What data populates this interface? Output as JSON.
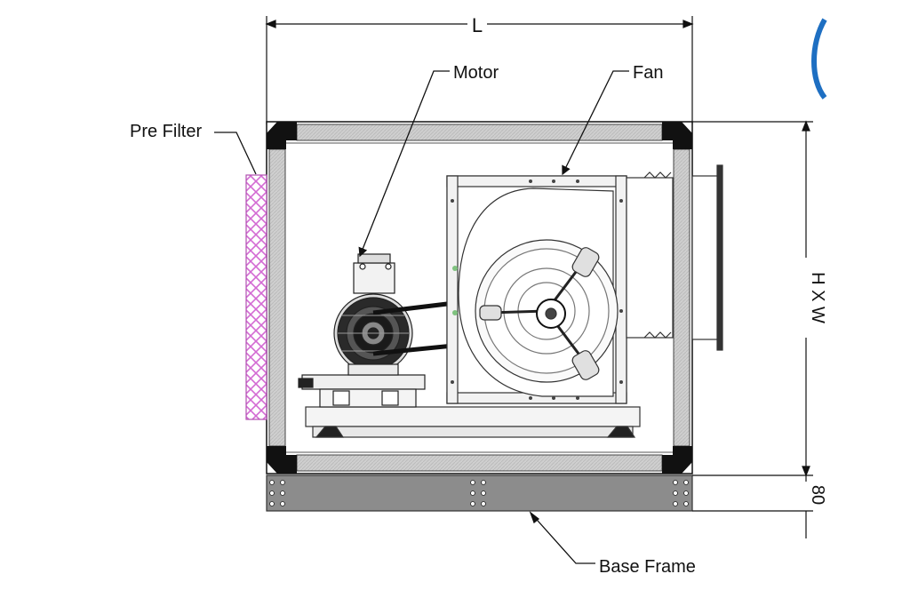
{
  "labels": {
    "length": "L",
    "motor": "Motor",
    "fan": "Fan",
    "pre_filter": "Pre Filter",
    "base_frame": "Base Frame",
    "height_width": "H X W",
    "base_height": "80"
  },
  "colors": {
    "panel_grey": "#c9c9c9",
    "base_frame": "#8c8c8c",
    "filter_pink": "#d36ad3",
    "corner_black": "#111111",
    "accent_blue": "#1e6fc2"
  }
}
